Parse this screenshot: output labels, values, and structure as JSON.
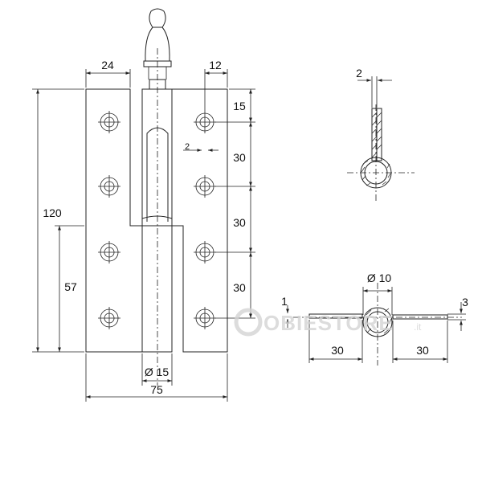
{
  "front_view": {
    "dim_leaf_width": "24",
    "dim_edge_offset": "12",
    "dim_height": "120",
    "dim_lower_height": "57",
    "dim_top_spacing": "15",
    "dim_spacing_1": "30",
    "dim_spacing_2": "30",
    "dim_spacing_3": "30",
    "dim_small_offset": "2",
    "dim_pin_diameter": "Ø 15",
    "dim_total_width": "75"
  },
  "side_view": {
    "dim_thickness": "2"
  },
  "section_view": {
    "dim_diameter": "Ø 10",
    "dim_left_thickness": "1",
    "dim_right_thickness": "3",
    "dim_left_length": "30",
    "dim_right_length": "30"
  },
  "watermark": {
    "text": "OBIESTORE",
    "suffix": ".it"
  }
}
